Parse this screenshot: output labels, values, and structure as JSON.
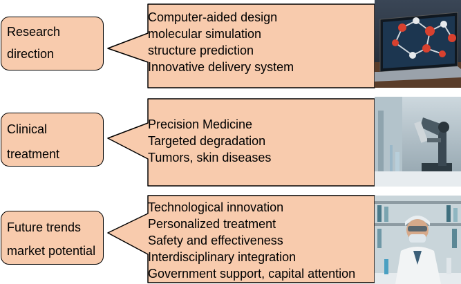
{
  "rows": [
    {
      "label_lines": [
        "Research",
        "direction"
      ],
      "items": [
        "Computer-aided design",
        "molecular simulation",
        "structure prediction",
        "Innovative delivery system"
      ],
      "image": "laptop with molecular model"
    },
    {
      "label_lines": [
        "Clinical",
        "treatment"
      ],
      "items": [
        "Precision Medicine",
        "Targeted degradation",
        "Tumors, skin diseases"
      ],
      "image": "laboratory microscope"
    },
    {
      "label_lines": [
        "Future trends",
        "market potential"
      ],
      "items": [
        "Technological innovation",
        "Personalized treatment",
        "Safety and effectiveness",
        "Interdisciplinary integration",
        "Government support, capital attention"
      ],
      "image": "scientist in laboratory"
    }
  ],
  "colors": {
    "fill": "#f8cbad",
    "stroke": "#000000"
  }
}
